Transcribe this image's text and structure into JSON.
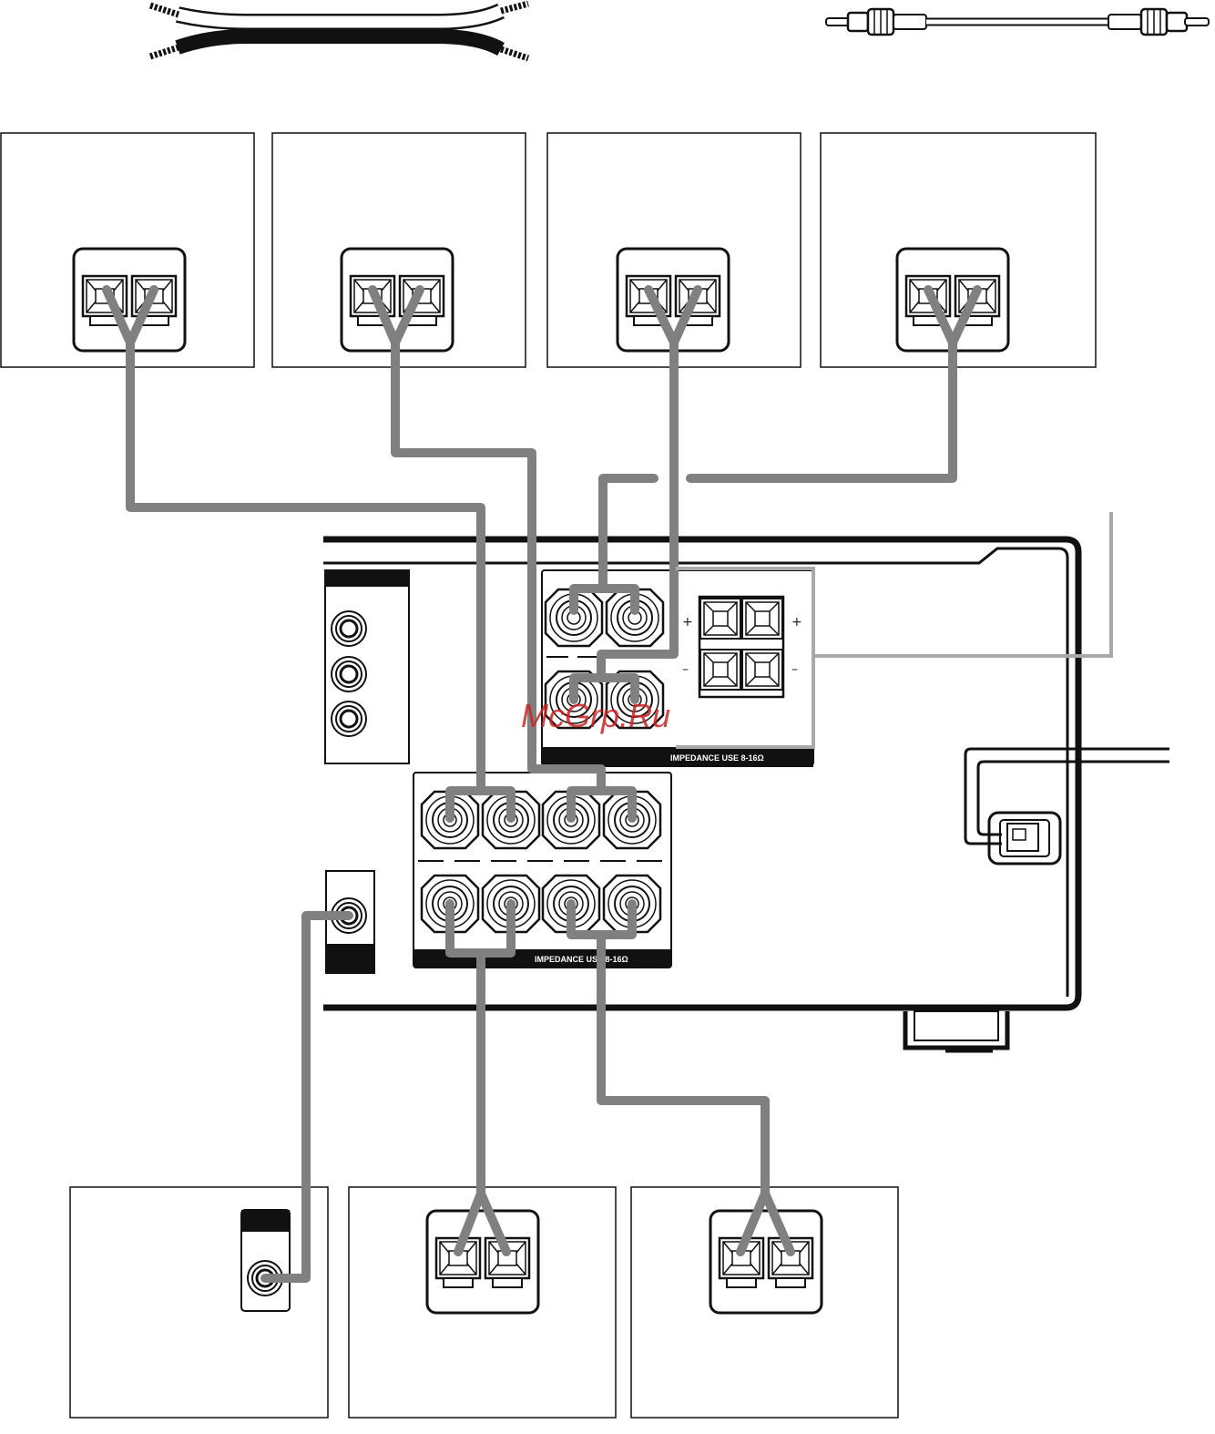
{
  "diagram": {
    "impedance_label_top": "IMPEDANCE USE 8-16Ω",
    "impedance_label_bottom": "IMPEDANCE USE 8-16Ω",
    "watermark": "McGrp.Ru",
    "sign_plus": "+",
    "sign_minus": "–",
    "colors": {
      "line": "#111111",
      "wire": "#808080",
      "wire_light": "#a9a9a9",
      "watermark": "#cc2222",
      "panel": "#111111"
    }
  }
}
